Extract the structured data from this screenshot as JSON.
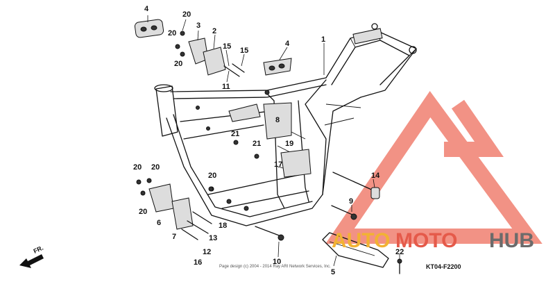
{
  "diagram": {
    "callouts": [
      "4",
      "20",
      "3",
      "2",
      "20",
      "20",
      "15",
      "15",
      "4",
      "1",
      "11",
      "8",
      "21",
      "21",
      "19",
      "17",
      "14",
      "20",
      "20",
      "20",
      "20",
      "6",
      "7",
      "18",
      "9",
      "12",
      "13",
      "10",
      "16",
      "5",
      "22"
    ],
    "footer_note": "Page design (c) 2004 - 2014 Ray ARI Network Services, Inc.",
    "diagram_code": "KT04-F2200",
    "direction_label": "FR."
  },
  "watermark": {
    "part1": "AUTO",
    "part2": "MOTO",
    "part3": "HUB",
    "colors": {
      "auto": "#f2b233",
      "moto": "#e55a4a",
      "hub": "#6b6b6b",
      "triangle": "#f08070"
    }
  }
}
